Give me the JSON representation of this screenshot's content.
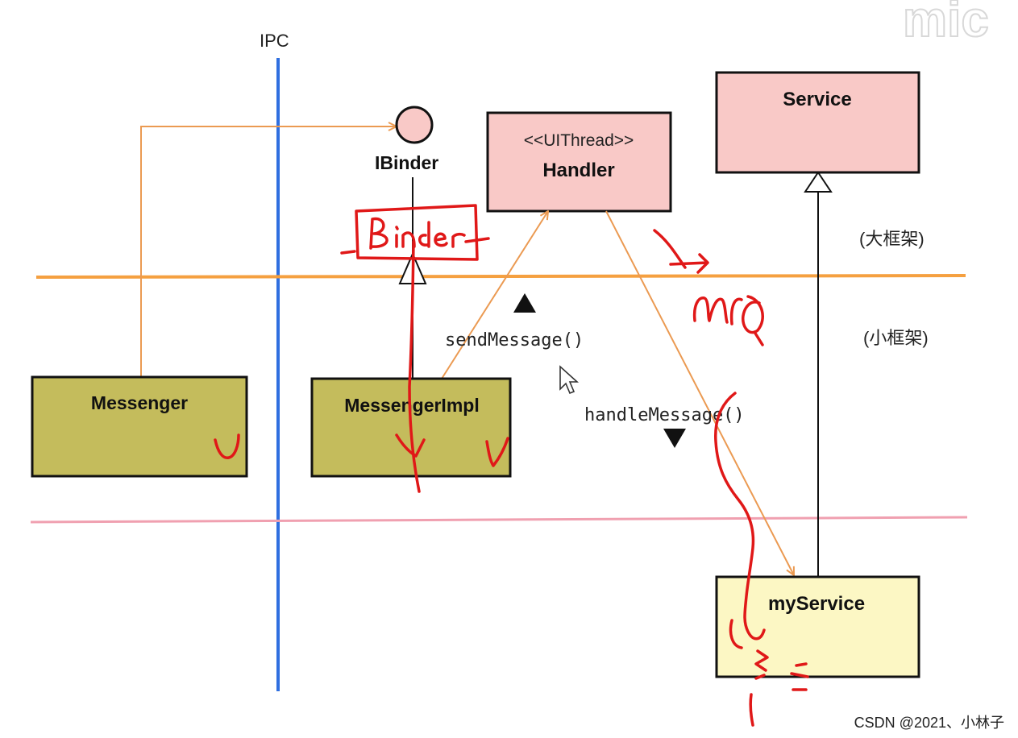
{
  "watermark_logo": "mic",
  "ipc_label": "IPC",
  "ibinder_label": "IBinder",
  "handler": {
    "stereotype": "<<UIThread>>",
    "name": "Handler"
  },
  "service": {
    "name": "Service"
  },
  "messenger": {
    "name": "Messenger"
  },
  "messenger_impl": {
    "name": "MessengerImpl"
  },
  "my_service": {
    "name": "myService"
  },
  "send_message": "sendMessage()",
  "handle_message": "handleMessage()",
  "big_framework": "(大框架)",
  "small_framework": "(小框架)",
  "credit": "CSDN @2021、小林子",
  "colors": {
    "ipc_line": "#2f6fe0",
    "framework_line": "#f5a040",
    "bottom_line": "#f0a0b0",
    "pink_box": "#f9c9c7",
    "olive_box": "#c4bc5c",
    "yellow_box": "#fcf7c4",
    "arrow": "#eb9a52",
    "annotation": "#e01818"
  }
}
